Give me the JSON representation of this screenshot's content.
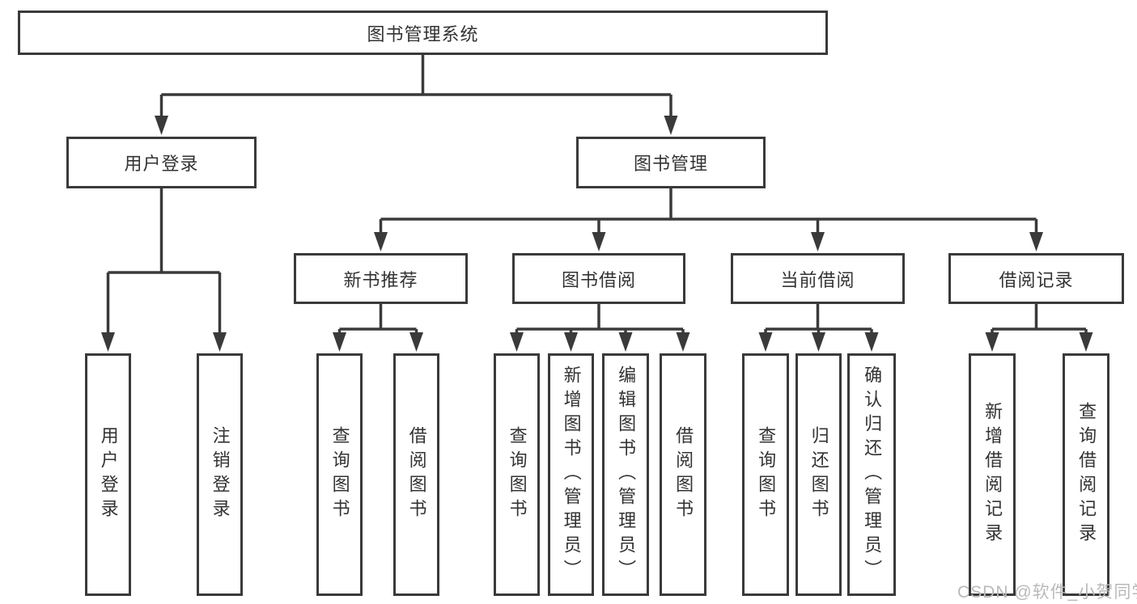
{
  "diagram": {
    "root": {
      "label": "图书管理系统",
      "children": [
        {
          "label": "用户登录",
          "children": [
            {
              "label": "用户登录"
            },
            {
              "label": "注销登录"
            }
          ]
        },
        {
          "label": "图书管理",
          "children": [
            {
              "label": "新书推荐",
              "children": [
                {
                  "label": "查询图书"
                },
                {
                  "label": "借阅图书"
                }
              ]
            },
            {
              "label": "图书借阅",
              "children": [
                {
                  "label": "查询图书"
                },
                {
                  "label": "新增图书（管理员）"
                },
                {
                  "label": "编辑图书（管理员）"
                },
                {
                  "label": "借阅图书"
                }
              ]
            },
            {
              "label": "当前借阅",
              "children": [
                {
                  "label": "查询图书"
                },
                {
                  "label": "归还图书"
                },
                {
                  "label": "确认归还（管理员）"
                }
              ]
            },
            {
              "label": "借阅记录",
              "children": [
                {
                  "label": "新增借阅记录"
                },
                {
                  "label": "查询借阅记录"
                }
              ]
            }
          ]
        }
      ]
    }
  },
  "colors": {
    "line": "#3a3a3a",
    "text": "#333333",
    "box_background": "#ffffff",
    "watermark": "#b9b9b9"
  },
  "watermark": {
    "text": "CSDN @软件_小贺同学"
  }
}
